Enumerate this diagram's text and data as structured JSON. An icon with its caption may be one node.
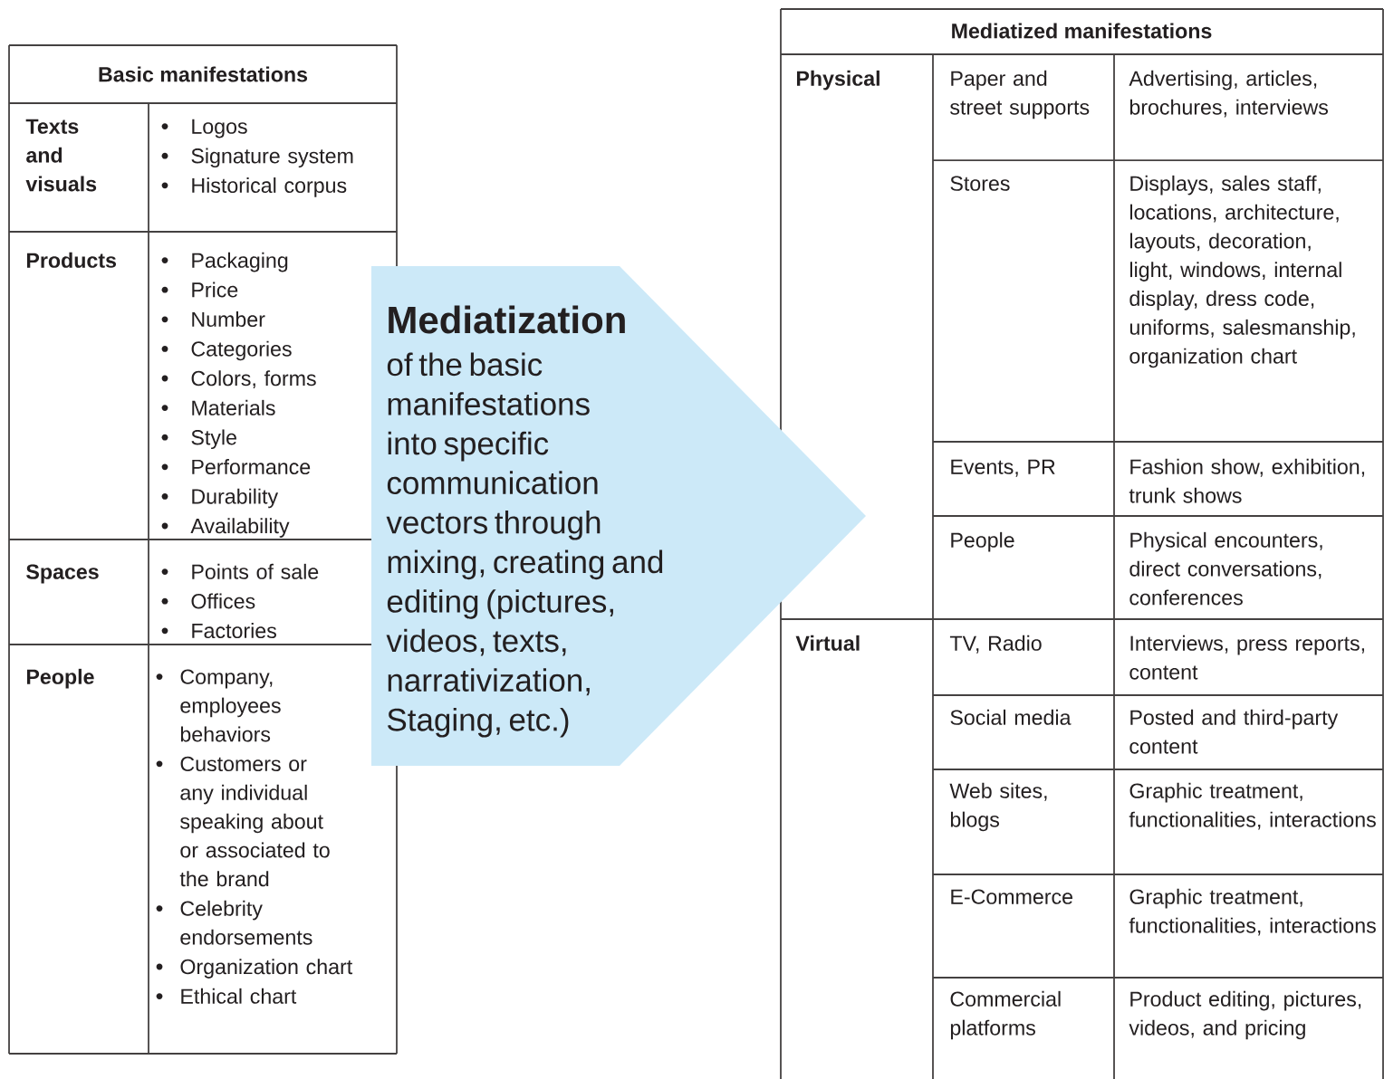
{
  "diagram": {
    "nodes": [
      {
        "text": [
          "Mediatization",
          "of the basic manifestations into specific communication vectors through mixing, creating and editing (pictures, videos, texts, narrativization, Staging, etc.)"
        ]
      }
    ],
    "labels": [
      "Basic manifestations",
      "Texts and visuals",
      "Logos",
      "Signature system",
      "Historical corpus",
      "Products",
      "Packaging",
      "Price",
      "Number",
      "Categories",
      "Colors, forms",
      "Materials",
      "Style",
      "Performance",
      "Durability",
      "Availability",
      "Spaces",
      "Points of sale",
      "Offices",
      "Factories",
      "People",
      "Company, employees behaviors",
      "Customers or any individual speaking about or associated to the brand",
      "Celebrity endorsements",
      "Organization chart",
      "Ethical chart",
      "Mediatized manifestations",
      "Physical",
      "Paper and street supports",
      "Advertising, articles, brochures, interviews",
      "Stores",
      "Displays, sales staff, locations, architecture, layouts, decoration, light, windows, internal display, dress code, uniforms, salesmanship, organization chart",
      "Events, PR",
      "Fashion show, exhibition, trunk shows",
      "People",
      "Physical encounters, direct conversations, conferences",
      "Virtual",
      "TV, Radio",
      "Interviews, press reports, content",
      "Social media",
      "Posted and third-party content",
      "Web sites, blogs",
      "Graphic treatment, functionalities, interactions",
      "E-Commerce",
      "Graphic treatment, functionalities, interactions",
      "Commercial platforms",
      "Product editing, pictures, videos, and pricing"
    ]
  }
}
